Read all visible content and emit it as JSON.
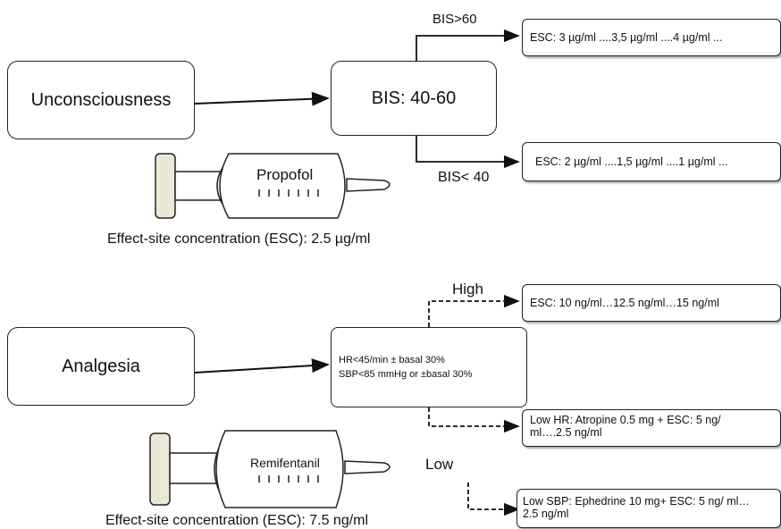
{
  "top": {
    "input_label": "Unconsciousness",
    "bis_box": "BIS: 40-60",
    "branch_high_label": "BIS>60",
    "branch_low_label": "BIS< 40",
    "esc_high": "ESC: 3 µg/ml ....3,5 µg/ml ....4 µg/ml ...",
    "esc_low": "ESC: 2 µg/ml ....1,5 µg/ml ....1  µg/ml ...",
    "syringe_drug": "Propofol",
    "caption": "Effect-site concentration (ESC): 2.5 µg/ml"
  },
  "bottom": {
    "input_label": "Analgesia",
    "criteria_line1": "HR<45/min ± basal 30%",
    "criteria_line2": "SBP<85 mmHg or ±basal 30%",
    "branch_high_label": "High",
    "branch_low_label": "Low",
    "esc_high": "ESC: 10 ng/ml…12.5 ng/ml…15 ng/ml",
    "low_hr": "Low HR: Atropine 0.5 mg + ESC: 5 ng/ ml….2.5 ng/ml",
    "low_sbp": "Low SBP: Ephedrine 10 mg+ ESC: 5 ng/ ml…2.5 ng/ml",
    "syringe_drug": "Remifentanil",
    "caption": "Effect-site concentration (ESC): 7.5 ng/ml"
  }
}
